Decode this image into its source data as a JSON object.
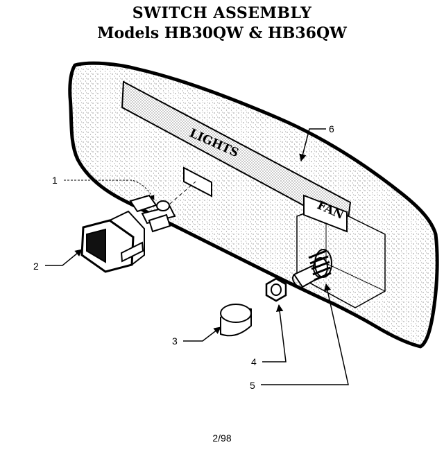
{
  "title": "SWITCH ASSEMBLY",
  "subtitle": "Models HB30QW & HB36QW",
  "panel_labels": {
    "lights": "LIGHTS",
    "fan": "FAN"
  },
  "callouts": [
    "1",
    "2",
    "3",
    "4",
    "5",
    "6"
  ],
  "footer": "2/98"
}
